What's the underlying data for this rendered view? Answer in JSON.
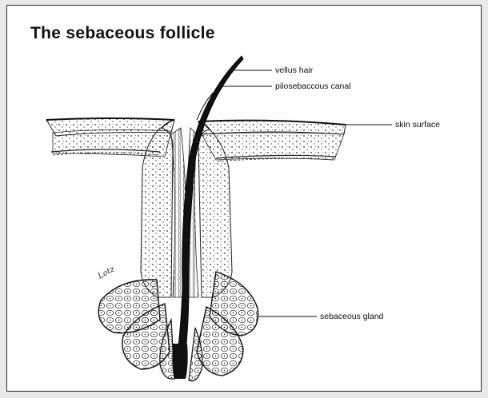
{
  "title": "The sebaceous follicle",
  "labels": {
    "vellus_hair": "vellus hair",
    "pilosebaceous_canal": "pilosebaccous canal",
    "skin_surface": "skin surface",
    "sebaceous_gland": "sebaceous gland"
  },
  "signature": "Lotz",
  "colors": {
    "ink": "#111111",
    "paper": "#fdfdfd",
    "background": "#e9e9e9"
  }
}
